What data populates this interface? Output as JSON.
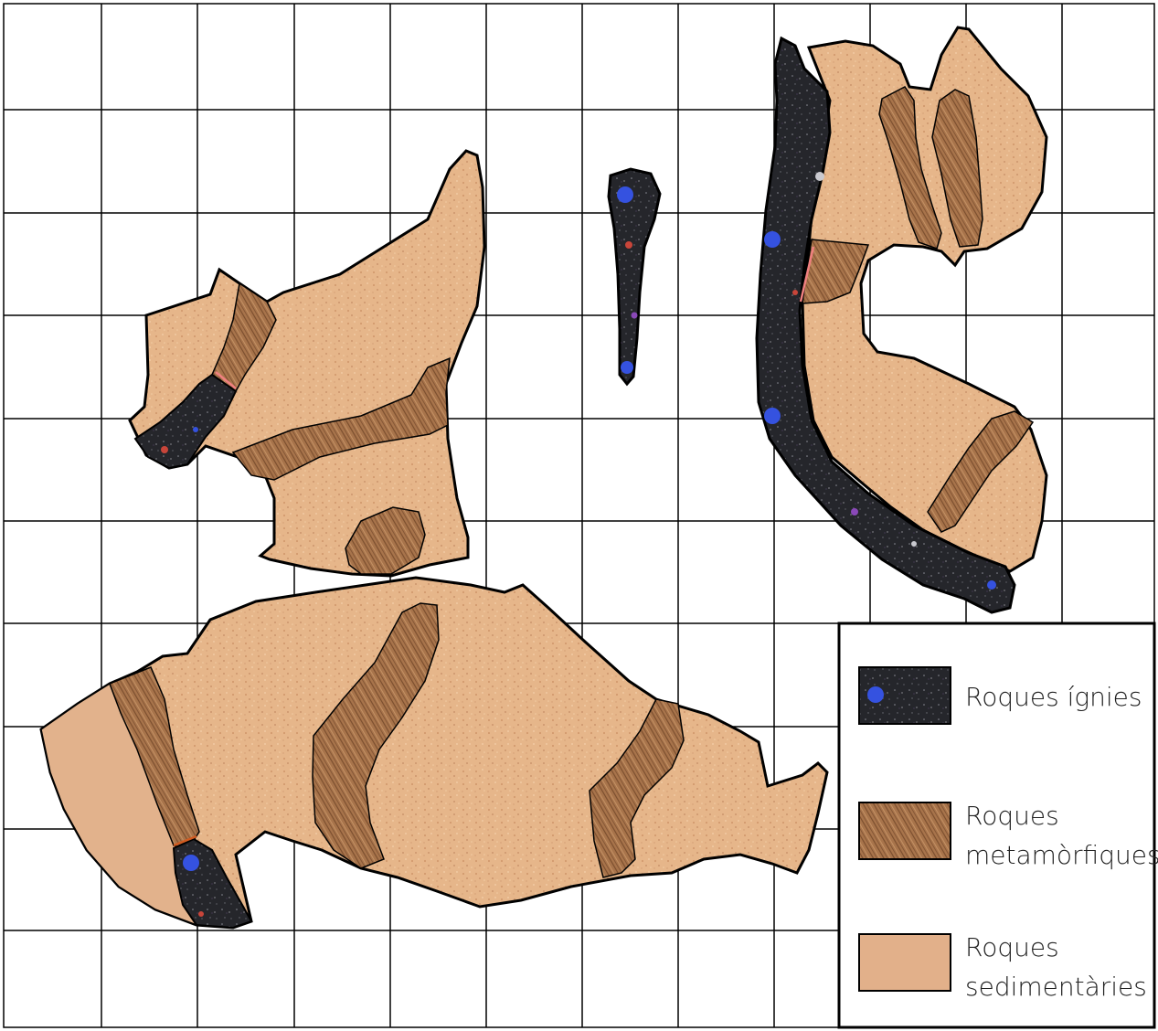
{
  "legend": {
    "items": [
      {
        "key": "igneous",
        "label_lines": [
          "Roques ígnies"
        ]
      },
      {
        "key": "metamorphic",
        "label_lines": [
          "Roques",
          "metamòrfiques"
        ]
      },
      {
        "key": "sedimentary",
        "label_lines": [
          "Roques",
          "sedimentàries"
        ]
      }
    ]
  },
  "colors": {
    "grid_line": "#000000",
    "igneous": "#26272c",
    "metamorphic": "#a9744a",
    "sedimentary": "#e8b98d",
    "outline": "#000000",
    "igneous_clast_blue": "#3552e0",
    "igneous_clast_red": "#c8453a",
    "igneous_clast_purple": "#8a48b8"
  }
}
